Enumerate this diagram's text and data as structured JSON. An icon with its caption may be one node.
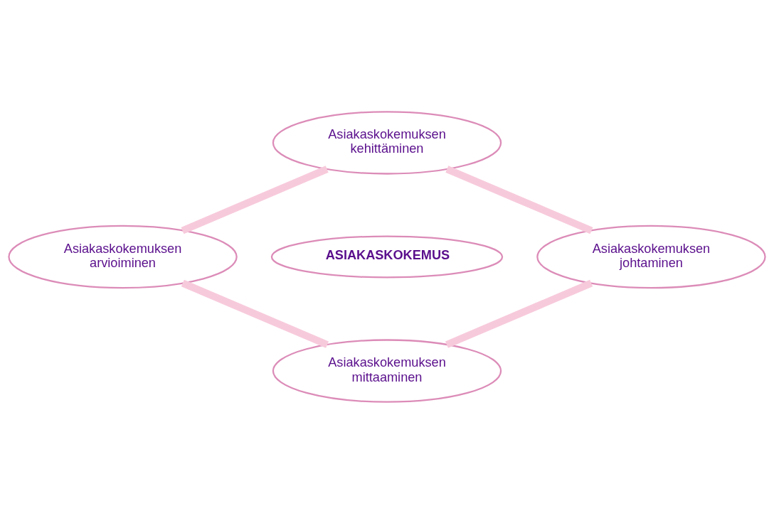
{
  "diagram": {
    "nodes": [
      {
        "text": [
          "Asiakaskokemuksen kehittäminen"
        ]
      },
      {
        "text": [
          "ASIAKASKOKEMUS"
        ]
      },
      {
        "text": [
          "Asiakaskokemuksen arvioiminen"
        ]
      },
      {
        "text": [
          "Asiakaskokemuksen johtaminen"
        ]
      },
      {
        "text": [
          "Asiakaskokemuksen mittaaminen"
        ]
      }
    ],
    "edges": [
      {
        "from": 0,
        "to": 3,
        "arrow": "none"
      },
      {
        "from": 3,
        "to": 4,
        "arrow": "none"
      },
      {
        "from": 4,
        "to": 2,
        "arrow": "none"
      },
      {
        "from": 2,
        "to": 0,
        "arrow": "none"
      }
    ]
  }
}
